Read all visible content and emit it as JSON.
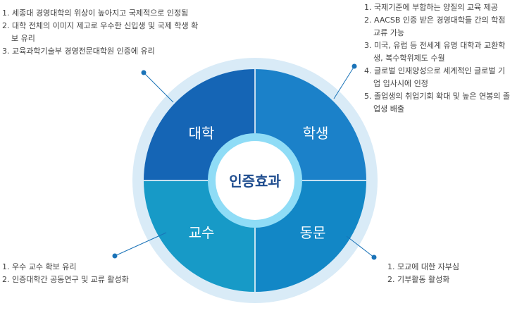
{
  "center_label": "인증효과",
  "quadrants": {
    "top_left": {
      "label": "대학",
      "color": "#1565b5"
    },
    "top_right": {
      "label": "학생",
      "color": "#1b81c9"
    },
    "bottom_left": {
      "label": "교수",
      "color": "#179ac7"
    },
    "bottom_right": {
      "label": "동문",
      "color": "#1287c6"
    }
  },
  "colors": {
    "ring_outer": "#d9ebf7",
    "center_ring": "#8fdcf6",
    "center_fill": "#ffffff",
    "center_text": "#1f4d8f",
    "connector": "#1a73b8",
    "text": "#444444"
  },
  "notes": {
    "top_left": [
      "1. 세종대 경영대학의 위상이 높아지고 국제적으로 인정됨",
      "2. 대학 전체의 이미지 제고로 우수한 신입생 및 국제 학생 확보 유리",
      "3. 교육과학기술부 경영전문대학원 인증에 유리"
    ],
    "top_right": [
      "1. 국제기준에 부합하는 양질의 교육 제공",
      "2. AACSB 인증 받은 경영대학들 간의 학점 교류 가능",
      "3. 미국, 유럽 등 전세계 유명 대학과 교환학생, 복수학위제도 수월",
      "4. 글로벌 인재양성으로 세계적인 글로벌 기업 입사시에 인정",
      "5. 졸업생의 취업기회 확대 및 높은 연봉의 졸업생 배출"
    ],
    "bottom_left": [
      "1. 우수 교수 확보 유리",
      "2. 인증대학간 공동연구 및 교류 활성화"
    ],
    "bottom_right": [
      "1. 모교에 대한 자부심",
      "2. 기부활동 활성화"
    ]
  }
}
